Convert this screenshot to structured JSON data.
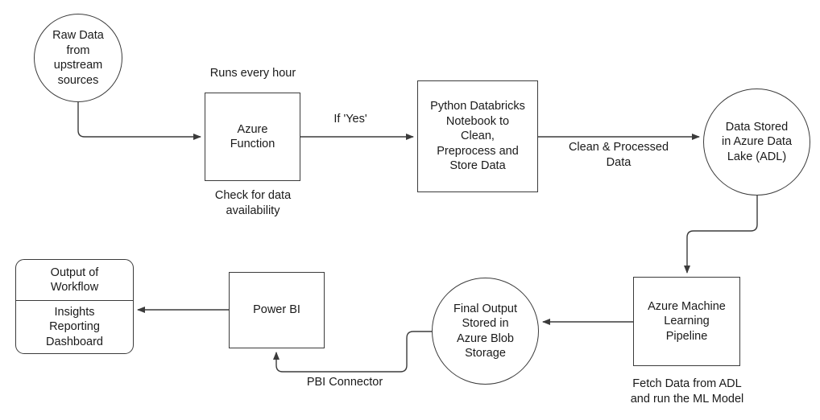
{
  "diagram": {
    "title": "Azure data pipeline workflow",
    "stroke_color": "#3b3b3b",
    "text_color": "#1a1a1a",
    "background_color": "#ffffff"
  },
  "nodes": {
    "raw_data": "Raw Data\nfrom\nupstream\nsources",
    "azure_function": "Azure\nFunction",
    "databricks": "Python Databricks\nNotebook to\nClean,\nPreprocess and\nStore Data",
    "adl": "Data Stored\nin Azure Data\nLake (ADL)",
    "ml_pipeline": "Azure Machine\nLearning\nPipeline",
    "blob": "Final Output\nStored in\nAzure Blob\nStorage",
    "power_bi": "Power BI",
    "output_header": "Output of\nWorkflow",
    "output_body": "Insights\nReporting\nDashboard"
  },
  "labels": {
    "runs_every_hour": "Runs every hour",
    "check_for_data": "Check for data\navailability",
    "if_yes": "If 'Yes'",
    "clean_processed": "Clean & Processed\nData",
    "fetch_data": "Fetch Data from ADL\nand run the ML Model",
    "pbi_connector": "PBI Connector"
  }
}
